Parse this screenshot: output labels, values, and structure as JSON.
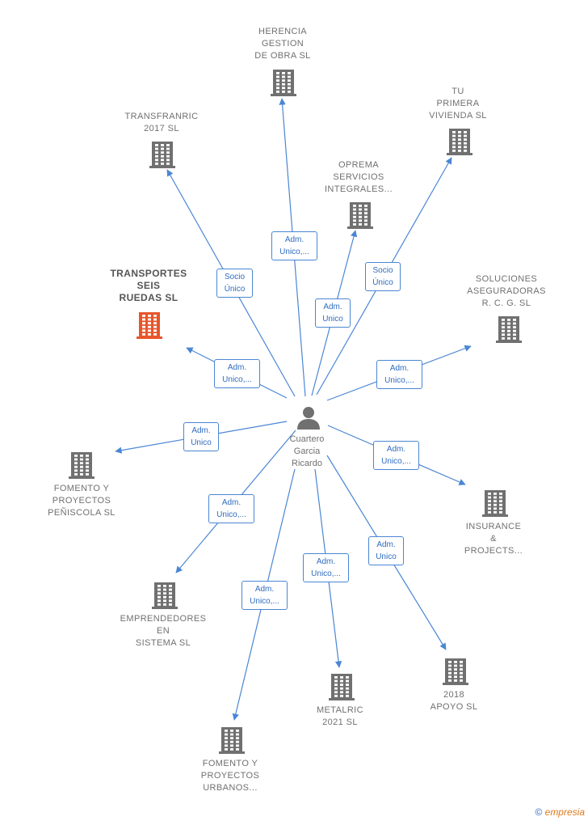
{
  "center_person": {
    "name": "Cuartero\nGarcia\nRicardo",
    "icon": "person-icon"
  },
  "companies": [
    {
      "id": "herencia",
      "name": "HERENCIA\nGESTION\nDE OBRA  SL",
      "relation": "Adm.\nUnico,...",
      "highlight": false
    },
    {
      "id": "transfranric",
      "name": "TRANSFRANRIC\n2017  SL",
      "relation": "Socio\nÚnico",
      "highlight": false
    },
    {
      "id": "tu-primera",
      "name": "TU\nPRIMERA\nVIVIENDA  SL",
      "relation": "Socio\nÚnico",
      "highlight": false
    },
    {
      "id": "oprema",
      "name": "OPREMA\nSERVICIOS\nINTEGRALES...",
      "relation": "Adm.\nUnico",
      "highlight": false
    },
    {
      "id": "transportes",
      "name": "TRANSPORTES\nSEIS\nRUEDAS  SL",
      "relation": "Adm.\nUnico,...",
      "highlight": true
    },
    {
      "id": "soluciones",
      "name": "SOLUCIONES\nASEGURADORAS\nR.  C.  G.  SL",
      "relation": "Adm.\nUnico,...",
      "highlight": false
    },
    {
      "id": "fomento-peniscola",
      "name": "FOMENTO Y\nPROYECTOS\nPEÑISCOLA  SL",
      "relation": "Adm.\nUnico",
      "highlight": false
    },
    {
      "id": "insurance",
      "name": "INSURANCE\n&\nPROJECTS...",
      "relation": "Adm.\nUnico,...",
      "highlight": false
    },
    {
      "id": "emprendedores",
      "name": "EMPRENDEDORES\nEN\nSISTEMA  SL",
      "relation": "Adm.\nUnico,...",
      "highlight": false
    },
    {
      "id": "metalric",
      "name": "METALRIC\n2021  SL",
      "relation": "Adm.\nUnico,...",
      "highlight": false
    },
    {
      "id": "apoyo",
      "name": "2018\nAPOYO  SL",
      "relation": "Adm.\nUnico",
      "highlight": false
    },
    {
      "id": "fomento-urbanos",
      "name": "FOMENTO Y\nPROYECTOS\nURBANOS...",
      "relation": "Adm.\nUnico,...",
      "highlight": false
    }
  ],
  "colors": {
    "edge": "#4a86d4",
    "icon_default": "#707070",
    "icon_highlight": "#e8562a",
    "brand": "#e07b1e"
  },
  "watermark": {
    "symbol": "©",
    "brand": "mpresia",
    "brand_initial": "e"
  }
}
